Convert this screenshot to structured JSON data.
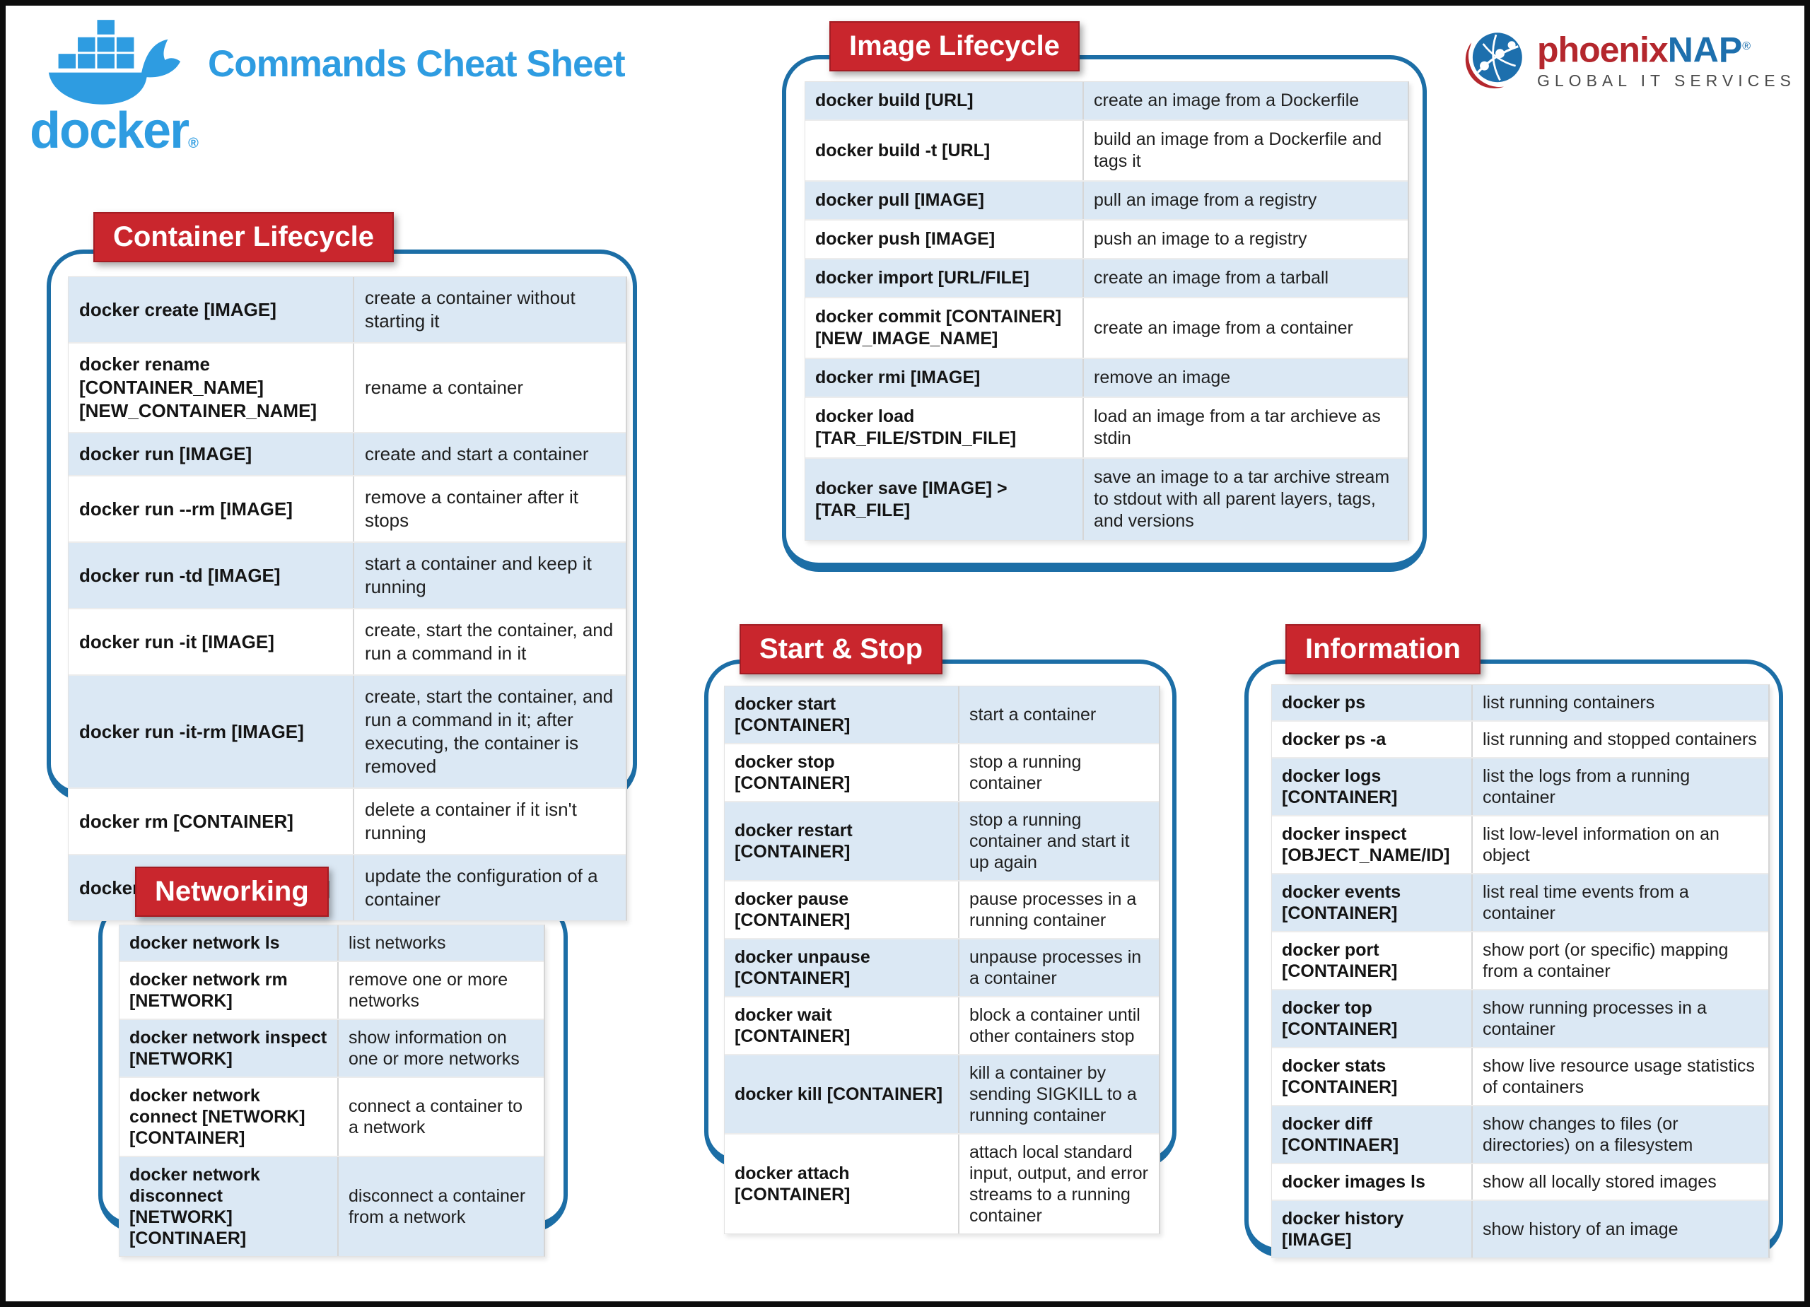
{
  "header": {
    "title": "Commands Cheat Sheet",
    "docker_wordmark": "docker",
    "docker_wordmark_mark": "®",
    "brand": {
      "phoenix": "phoenix",
      "nap": "NAP",
      "registered": "®",
      "tagline": "GLOBAL IT SERVICES"
    }
  },
  "colors": {
    "docker_blue": "#2e9ce1",
    "badge_red": "#c9262d",
    "panel_border_blue": "#1c6ea6",
    "row_light_blue": "#dbe8f4",
    "row_white": "#ffffff",
    "phoenix_red": "#b4272d",
    "nap_blue": "#1d6fad",
    "tagline_gray": "#4a4a4a"
  },
  "sections": [
    {
      "title": "Container Lifecycle",
      "rows": [
        {
          "cmd": "docker create [IMAGE]",
          "desc": "create a container without starting it"
        },
        {
          "cmd": "docker rename [CONTAINER_NAME] [NEW_CONTAINER_NAME]",
          "desc": "rename a container"
        },
        {
          "cmd": "docker run [IMAGE]",
          "desc": "create and start a container"
        },
        {
          "cmd": "docker run --rm [IMAGE]",
          "desc": "remove a container after it stops"
        },
        {
          "cmd": "docker run -td [IMAGE]",
          "desc": "start a container and keep it running"
        },
        {
          "cmd": "docker run -it [IMAGE]",
          "desc": "create, start the container, and run a command in it"
        },
        {
          "cmd": "docker run -it-rm [IMAGE]",
          "desc": "create, start the container, and run a command in it; after executing, the container is removed"
        },
        {
          "cmd": "docker rm [CONTAINER]",
          "desc": "delete a container if it isn't running"
        },
        {
          "cmd": "docker update [CONTAINER]",
          "desc": "update the configuration of a container"
        }
      ]
    },
    {
      "title": "Image Lifecycle",
      "rows": [
        {
          "cmd": "docker build [URL]",
          "desc": "create an image from a Dockerfile"
        },
        {
          "cmd": "docker build -t [URL]",
          "desc": "build an image from a Dockerfile and tags it"
        },
        {
          "cmd": "docker pull [IMAGE]",
          "desc": "pull an image from a registry"
        },
        {
          "cmd": "docker push [IMAGE]",
          "desc": "push an image to a registry"
        },
        {
          "cmd": "docker import [URL/FILE]",
          "desc": "create an image from a tarball"
        },
        {
          "cmd": "docker commit [CONTAINER] [NEW_IMAGE_NAME]",
          "desc": "create an image from a container"
        },
        {
          "cmd": "docker rmi [IMAGE]",
          "desc": "remove an image"
        },
        {
          "cmd": "docker load [TAR_FILE/STDIN_FILE]",
          "desc": "load an image from a tar archieve as stdin"
        },
        {
          "cmd": "docker save [IMAGE] > [TAR_FILE]",
          "desc": "save an image to a tar archive stream to stdout with all parent layers, tags, and versions"
        }
      ]
    },
    {
      "title": "Start & Stop",
      "rows": [
        {
          "cmd": "docker start [CONTAINER]",
          "desc": "start a container"
        },
        {
          "cmd": "docker stop [CONTAINER]",
          "desc": "stop a running container"
        },
        {
          "cmd": "docker restart [CONTAINER]",
          "desc": "stop a running container and start it up again"
        },
        {
          "cmd": "docker pause [CONTAINER]",
          "desc": "pause processes in a running container"
        },
        {
          "cmd": "docker unpause [CONTAINER]",
          "desc": "unpause processes in a container"
        },
        {
          "cmd": "docker wait [CONTAINER]",
          "desc": "block a container until other containers stop"
        },
        {
          "cmd": "docker kill [CONTAINER]",
          "desc": "kill a container by sending SIGKILL to a running container"
        },
        {
          "cmd": "docker attach [CONTAINER]",
          "desc": "attach local standard input, output, and error streams to a running container"
        }
      ]
    },
    {
      "title": "Networking",
      "rows": [
        {
          "cmd": "docker network ls",
          "desc": "list networks"
        },
        {
          "cmd": "docker network rm [NETWORK]",
          "desc": "remove one or more networks"
        },
        {
          "cmd": "docker network inspect [NETWORK]",
          "desc": "show information on one or more networks"
        },
        {
          "cmd": "docker network connect [NETWORK] [CONTAINER]",
          "desc": "connect a container to a network"
        },
        {
          "cmd": "docker network disconnect [NETWORK] [CONTINAER]",
          "desc": "disconnect a container from a network"
        }
      ]
    },
    {
      "title": "Information",
      "rows": [
        {
          "cmd": "docker ps",
          "desc": "list running containers"
        },
        {
          "cmd": "docker ps -a",
          "desc": "list running and stopped containers"
        },
        {
          "cmd": "docker logs [CONTAINER]",
          "desc": "list the logs from a running container"
        },
        {
          "cmd": "docker inspect [OBJECT_NAME/ID]",
          "desc": "list low-level information on an object"
        },
        {
          "cmd": "docker events [CONTAINER]",
          "desc": "list real time events from a container"
        },
        {
          "cmd": "docker port [CONTAINER]",
          "desc": "show port (or specific) mapping from a container"
        },
        {
          "cmd": "docker top [CONTAINER]",
          "desc": "show running processes in a container"
        },
        {
          "cmd": "docker stats [CONTAINER]",
          "desc": "show live resource usage statistics of containers"
        },
        {
          "cmd": "docker diff [CONTINAER]",
          "desc": "show changes to files (or directories) on a filesystem"
        },
        {
          "cmd": "docker images ls",
          "desc": "show all locally stored images"
        },
        {
          "cmd": "docker history [IMAGE]",
          "desc": "show history of an image"
        }
      ]
    }
  ]
}
